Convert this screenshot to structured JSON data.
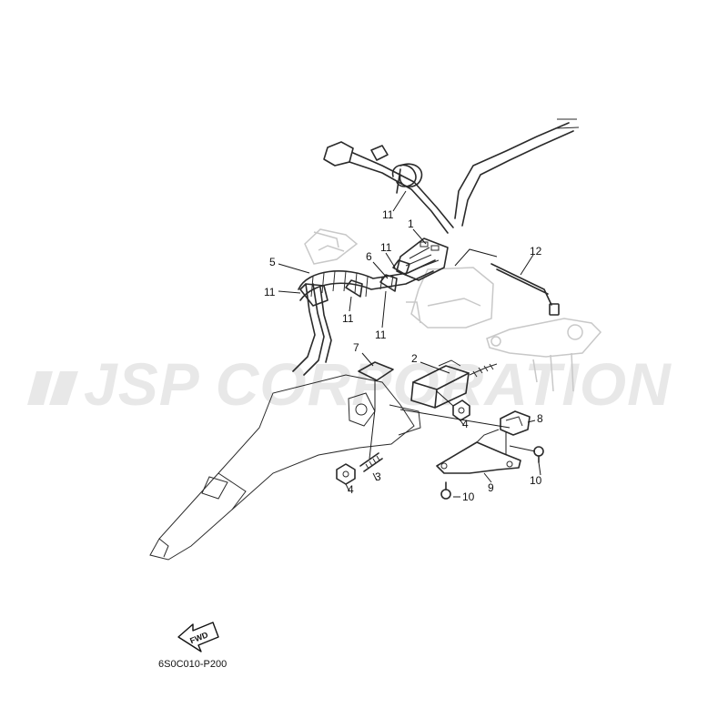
{
  "watermark": "JSP CORPORATION",
  "diagram_code": "6S0C010-P200",
  "fwd_label": "FWD",
  "callouts": {
    "c1": "1",
    "c2": "2",
    "c3": "3",
    "c4a": "4",
    "c4b": "4",
    "c5": "5",
    "c6": "6",
    "c7": "7",
    "c8": "8",
    "c9": "9",
    "c10a": "10",
    "c10b": "10",
    "c11a": "11",
    "c11b": "11",
    "c11c": "11",
    "c11d": "11",
    "c11e": "11",
    "c12": "12"
  }
}
